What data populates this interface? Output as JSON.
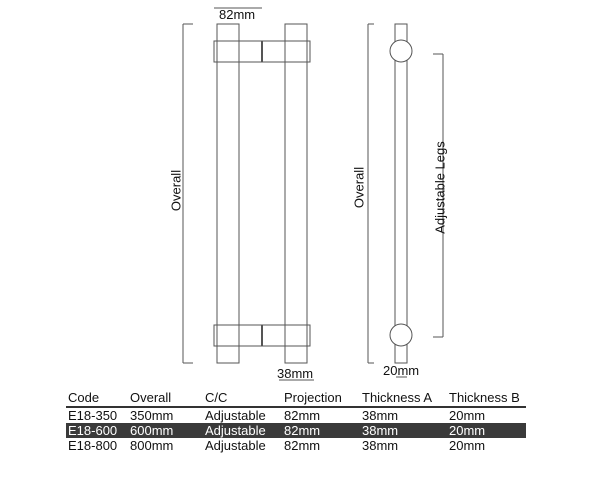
{
  "drawing": {
    "front_view": {
      "width_label": "82mm",
      "height_label": "Overall",
      "bar_label": "38mm"
    },
    "side_view": {
      "height_label": "Overall",
      "legs_label": "Adjustable Legs",
      "thickness_label": "20mm"
    },
    "colors": {
      "line": "#555555",
      "text": "#111111",
      "highlight_row": "#3a3a3a"
    }
  },
  "table": {
    "headers": [
      "Code",
      "Overall",
      "C/C",
      "Projection",
      "Thickness A",
      "Thickness B"
    ],
    "rows": [
      [
        "E18-350",
        "350mm",
        "Adjustable",
        "82mm",
        "38mm",
        "20mm"
      ],
      [
        "E18-600",
        "600mm",
        "Adjustable",
        "82mm",
        "38mm",
        "20mm"
      ],
      [
        "E18-800",
        "800mm",
        "Adjustable",
        "82mm",
        "38mm",
        "20mm"
      ]
    ],
    "highlighted_row": 1
  }
}
